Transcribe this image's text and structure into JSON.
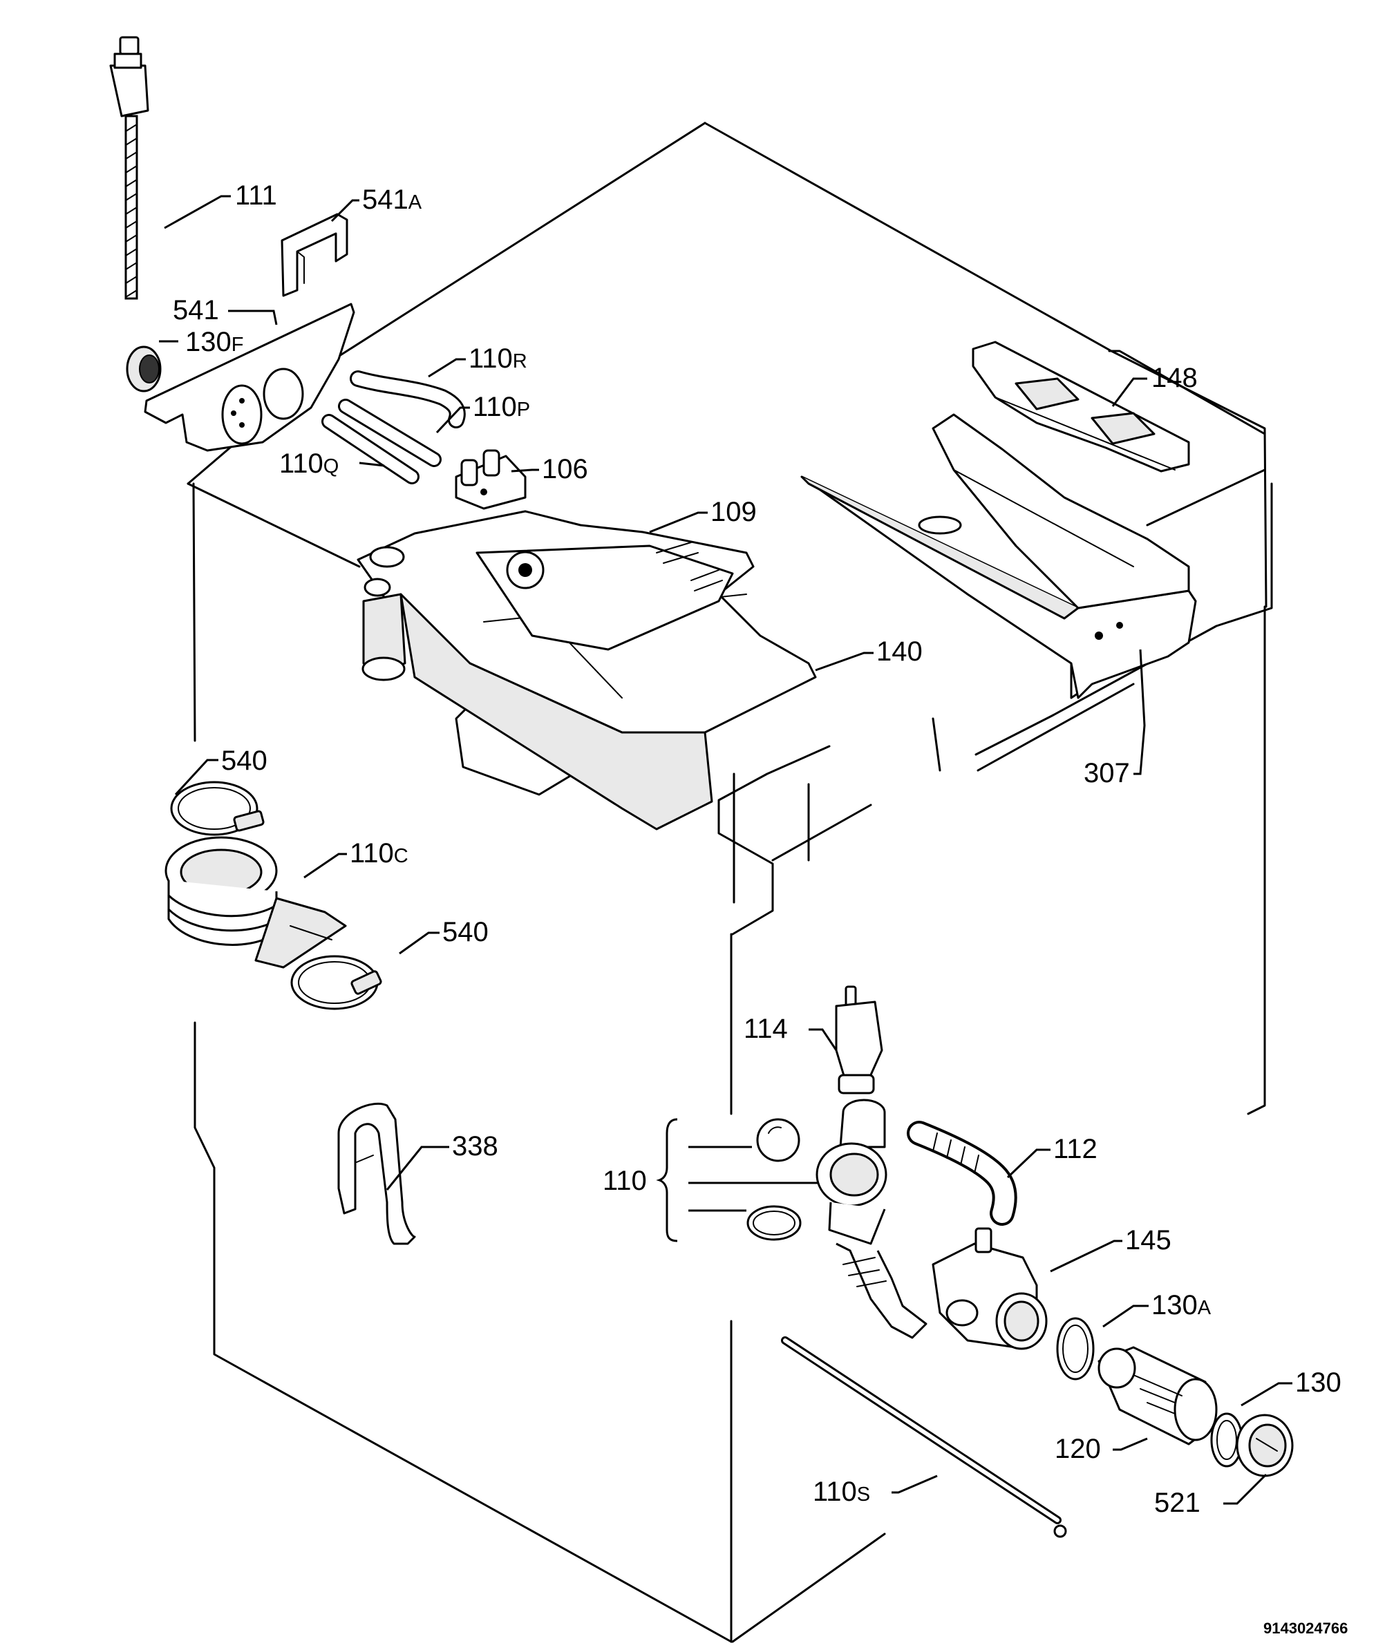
{
  "document_code": "9143024766",
  "labels": {
    "l111": "111",
    "l541A": "541",
    "l541A_suffix": "A",
    "l541": "541",
    "l130F": "130",
    "l130F_suffix": "F",
    "l110R": "110",
    "l110R_suffix": "R",
    "l110P": "110",
    "l110P_suffix": "P",
    "l110Q": "110",
    "l110Q_suffix": "Q",
    "l106": "106",
    "l148": "148",
    "l109": "109",
    "l140": "140",
    "l307": "307",
    "l540a": "540",
    "l110C": "110",
    "l110C_suffix": "C",
    "l540b": "540",
    "l114": "114",
    "l338": "338",
    "l110": "110",
    "l112": "112",
    "l145": "145",
    "l130A": "130",
    "l130A_suffix": "A",
    "l130": "130",
    "l120": "120",
    "l110S": "110",
    "l110S_suffix": "S",
    "l521": "521"
  }
}
